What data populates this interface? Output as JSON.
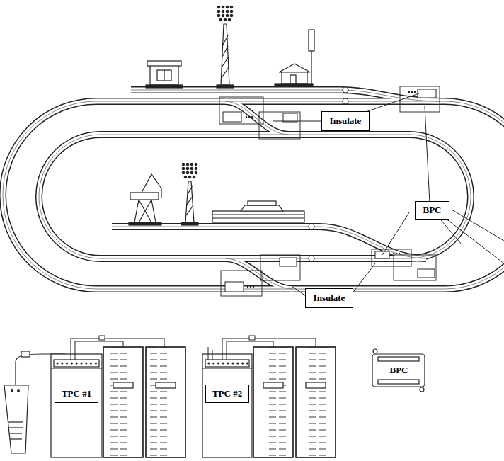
{
  "diagram": {
    "nodes": [
      {
        "text": [
          "Insulate"
        ]
      },
      {
        "text": [
          "BPC"
        ]
      },
      {
        "text": [
          "Insulate"
        ]
      },
      {
        "text": [
          "TPC #1"
        ]
      },
      {
        "text": [
          "TPC #2"
        ]
      },
      {
        "text": [
          "BPC"
        ]
      }
    ]
  }
}
